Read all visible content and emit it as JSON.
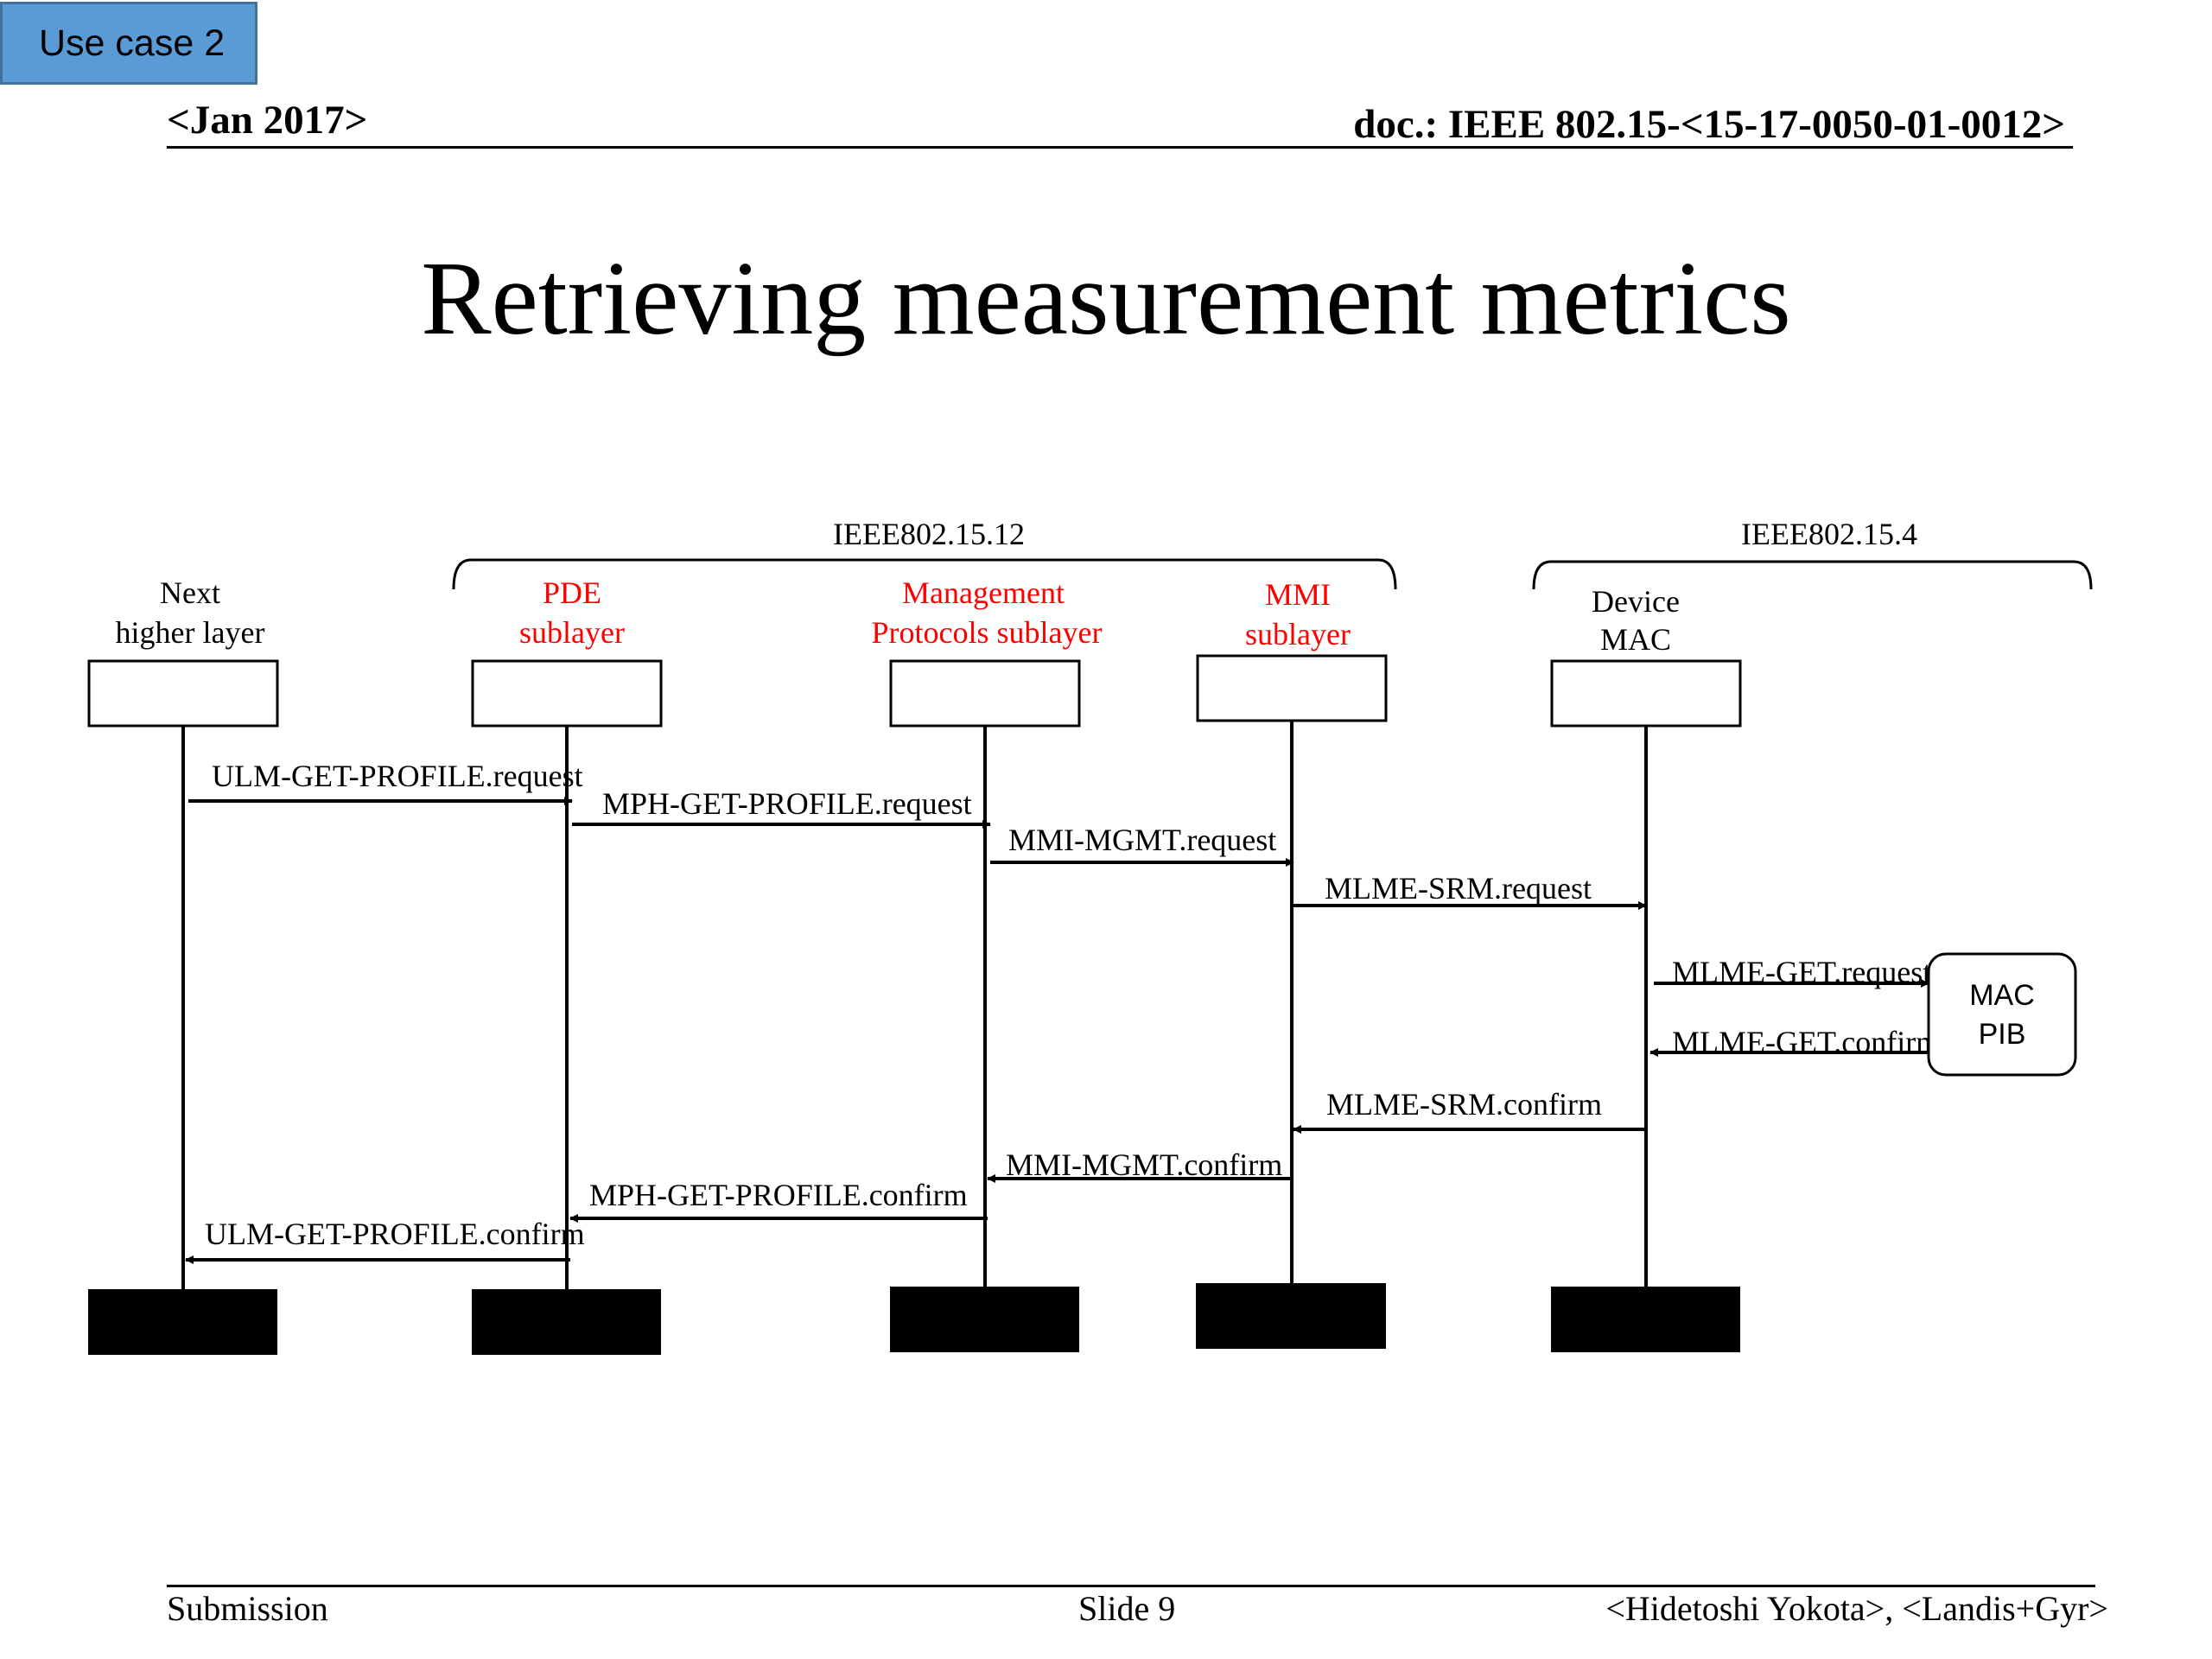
{
  "badge": {
    "label": "Use case 2"
  },
  "header": {
    "date": "<Jan 2017>",
    "doc": "doc.: IEEE 802.15-<15-17-0050-01-0012>"
  },
  "slide": {
    "title": "Retrieving measurement metrics"
  },
  "diagram": {
    "groups": [
      {
        "label": "IEEE802.15.12"
      },
      {
        "label": "IEEE802.15.4"
      }
    ],
    "lifelines": [
      {
        "line1": "Next",
        "line2": "higher layer",
        "color": "#000000"
      },
      {
        "line1": "PDE",
        "line2": "sublayer",
        "color": "#ff0000"
      },
      {
        "line1": "Management",
        "line2": "Protocols sublayer",
        "color": "#ff0000"
      },
      {
        "line1": "MMI",
        "line2": "sublayer",
        "color": "#ff0000"
      },
      {
        "line1": "Device",
        "line2": "MAC",
        "color": "#000000"
      }
    ],
    "messages": [
      {
        "label": "ULM-GET-PROFILE.request",
        "from": 0,
        "to": 1
      },
      {
        "label": "MPH-GET-PROFILE.request",
        "from": 1,
        "to": 2
      },
      {
        "label": "MMI-MGMT.request",
        "from": 2,
        "to": 3
      },
      {
        "label": "MLME-SRM.request",
        "from": 3,
        "to": 4
      },
      {
        "label": "MLME-GET.request",
        "from": 4,
        "to": "pib"
      },
      {
        "label": "MLME-GET.confirm",
        "from": "pib",
        "to": 4
      },
      {
        "label": "MLME-SRM.confirm",
        "from": 4,
        "to": 3
      },
      {
        "label": "MMI-MGMT.confirm",
        "from": 3,
        "to": 2
      },
      {
        "label": "MPH-GET-PROFILE.confirm",
        "from": 2,
        "to": 1
      },
      {
        "label": "ULM-GET-PROFILE.confirm",
        "from": 1,
        "to": 0
      }
    ],
    "pib": {
      "line1": "MAC",
      "line2": "PIB"
    }
  },
  "footer": {
    "left": "Submission",
    "center": "Slide 9",
    "right": "<Hidetoshi Yokota>, <Landis+Gyr>"
  }
}
